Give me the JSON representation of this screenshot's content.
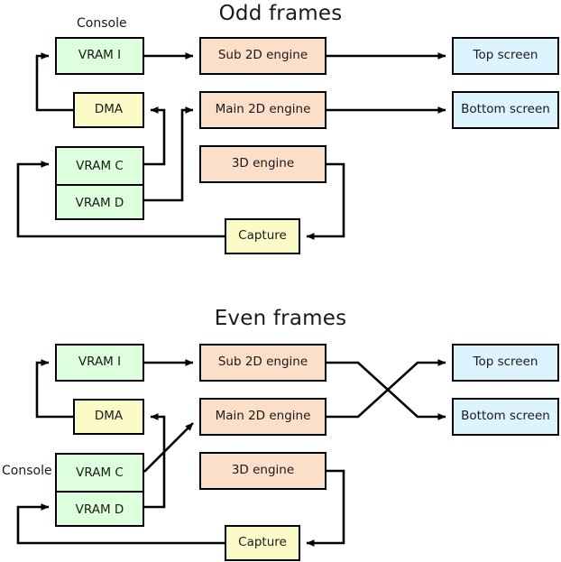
{
  "figure": {
    "background": "#ffffff",
    "palette": {
      "vram": "#ddffdd",
      "engine": "#fcdfc8",
      "buffer": "#fbfbc8",
      "screen": "#ddf3fd",
      "stroke": "#000000",
      "text": "#1a1a1a"
    }
  },
  "odd": {
    "title": "Odd frames",
    "console_label": "Console",
    "nodes": {
      "vram_i": "VRAM I",
      "dma": "DMA",
      "vram_c": "VRAM C",
      "vram_d": "VRAM D",
      "sub2d": "Sub 2D engine",
      "main2d": "Main 2D engine",
      "engine3d": "3D engine",
      "capture": "Capture",
      "top_screen": "Top screen",
      "bottom_screen": "Bottom screen"
    },
    "edges": [
      "VRAM I -> Sub 2D engine",
      "Sub 2D engine -> Top screen",
      "Main 2D engine -> Bottom screen",
      "DMA -> VRAM I",
      "VRAM C -> DMA",
      "VRAM D -> Main 2D engine",
      "3D engine -> Capture",
      "Capture -> VRAM C"
    ]
  },
  "even": {
    "title": "Even frames",
    "console_label": "Console",
    "nodes": {
      "vram_i": "VRAM I",
      "dma": "DMA",
      "vram_c": "VRAM C",
      "vram_d": "VRAM D",
      "sub2d": "Sub 2D engine",
      "main2d": "Main 2D engine",
      "engine3d": "3D engine",
      "capture": "Capture",
      "top_screen": "Top screen",
      "bottom_screen": "Bottom screen"
    },
    "edges": [
      "VRAM I -> Sub 2D engine",
      "Sub 2D engine -> Bottom screen (crossed)",
      "Main 2D engine -> Top screen (crossed)",
      "DMA -> VRAM I",
      "VRAM D -> DMA",
      "VRAM C -> Main 2D engine (diagonal)",
      "3D engine -> Capture",
      "Capture -> VRAM D"
    ]
  }
}
